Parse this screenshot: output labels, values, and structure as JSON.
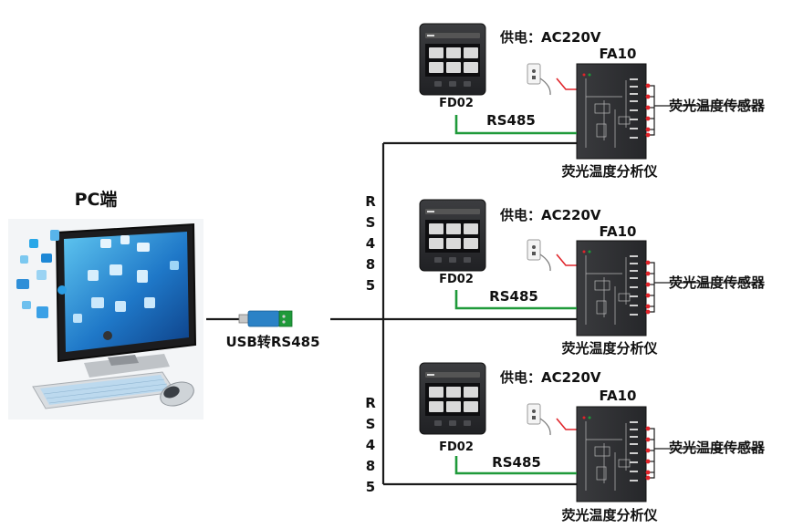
{
  "pc": {
    "title": "PC端"
  },
  "converter": {
    "label": "USB转RS485"
  },
  "bus": {
    "vertical_label": [
      "R",
      "S",
      "4",
      "8",
      "5"
    ]
  },
  "units": [
    {
      "display_label": "FD02",
      "power_label": "供电：AC220V",
      "device_label": "FA10",
      "link_label": "RS485",
      "sensor_label": "荧光温度传感器",
      "analyzer_label": "荧光温度分析仪"
    },
    {
      "display_label": "FD02",
      "power_label": "供电：AC220V",
      "device_label": "FA10",
      "link_label": "RS485",
      "sensor_label": "荧光温度传感器",
      "analyzer_label": "荧光温度分析仪"
    },
    {
      "display_label": "FD02",
      "power_label": "供电：AC220V",
      "device_label": "FA10",
      "link_label": "RS485",
      "sensor_label": "荧光温度传感器",
      "analyzer_label": "荧光温度分析仪"
    }
  ],
  "colors": {
    "bus": "#1a1a1a",
    "rs485_link": "#1f9a3a",
    "power_wire": "#e0242a",
    "device_body": "#2f3033"
  }
}
